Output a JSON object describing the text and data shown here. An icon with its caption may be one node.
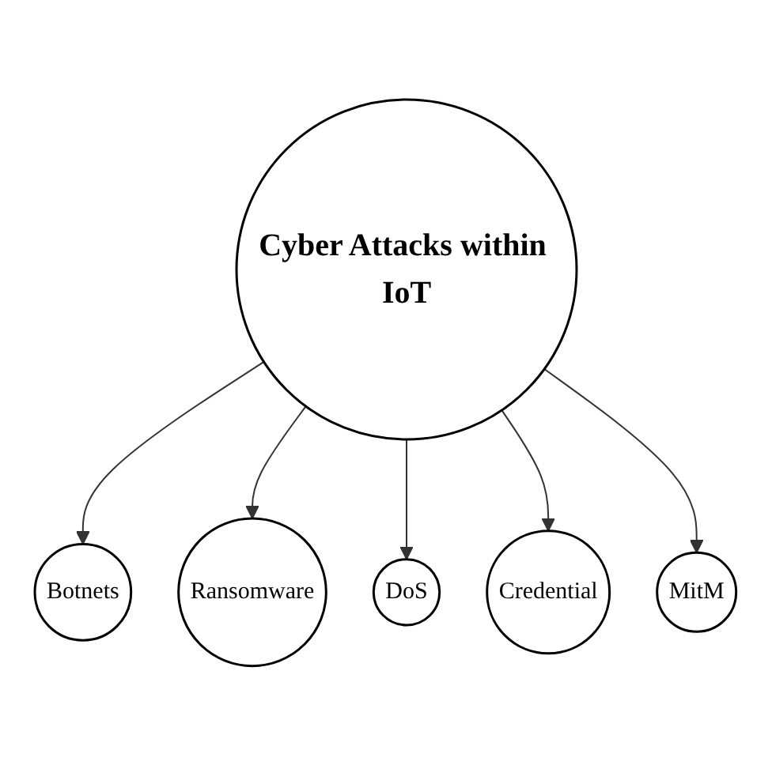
{
  "diagram": {
    "nodes": [
      {
        "text": [
          "Botnets"
        ]
      },
      {
        "text": [
          "Ransomware"
        ]
      },
      {
        "text": [
          "Cyber Attacks within IoT"
        ]
      },
      {
        "text": [
          "DoS"
        ]
      },
      {
        "text": [
          "Credential"
        ]
      },
      {
        "text": [
          "MitM"
        ]
      }
    ],
    "edges": [
      {
        "from": 2,
        "to": 0,
        "arrow": "to"
      },
      {
        "from": 2,
        "to": 1,
        "arrow": "to"
      },
      {
        "from": 2,
        "to": 3,
        "arrow": "to"
      },
      {
        "from": 2,
        "to": 4,
        "arrow": "to"
      },
      {
        "from": 2,
        "to": 5,
        "arrow": "to"
      }
    ]
  }
}
